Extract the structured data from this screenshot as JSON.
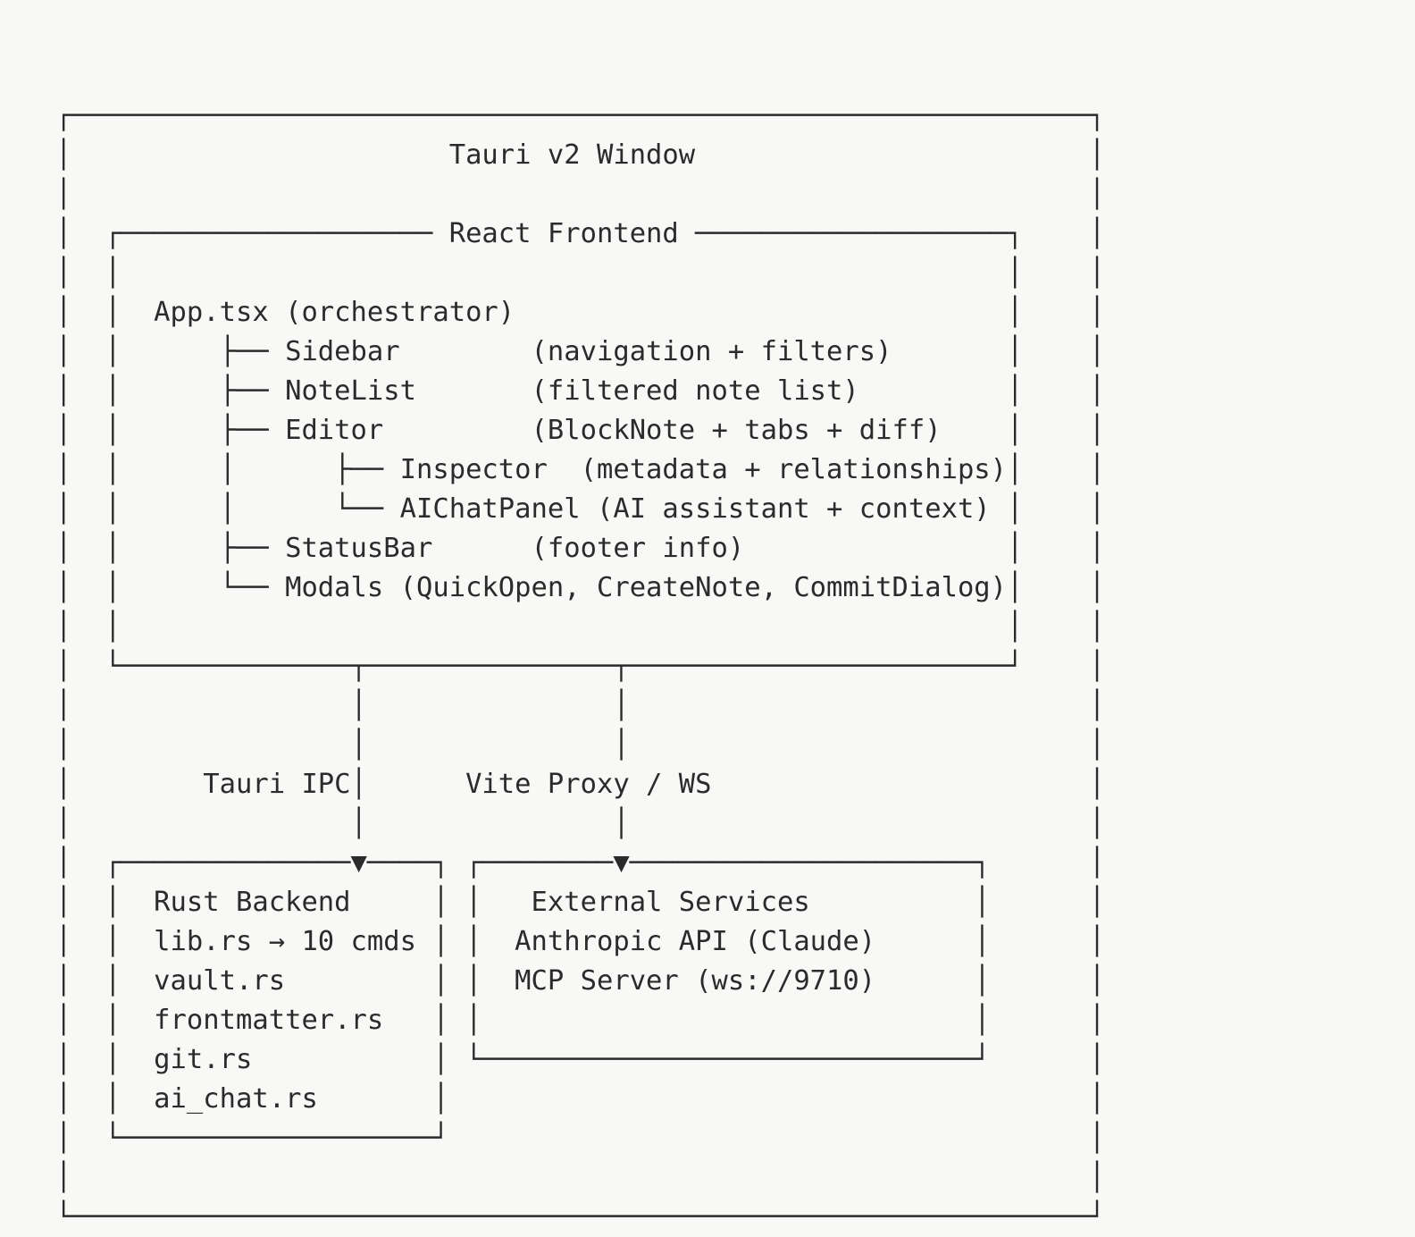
{
  "meta": {
    "kind": "ascii-architecture-diagram",
    "background_color": "#f8f8f6",
    "text_color": "#2b2b2b",
    "font_kind": "monospace"
  },
  "diagram": {
    "outer_box": {
      "title": "Tauri v2 Window"
    },
    "frontend_box": {
      "title": "React Frontend",
      "root_label": "App.tsx (orchestrator)",
      "tree": [
        {
          "branch": "├──",
          "name": "Sidebar",
          "note": "(navigation + filters)",
          "depth": 1
        },
        {
          "branch": "├──",
          "name": "NoteList",
          "note": "(filtered note list)",
          "depth": 1
        },
        {
          "branch": "├──",
          "name": "Editor",
          "note": "(BlockNote + tabs + diff)",
          "depth": 1
        },
        {
          "branch": "├──",
          "name": "Inspector",
          "note": "(metadata + relationships)",
          "depth": 2
        },
        {
          "branch": "└──",
          "name": "AIChatPanel",
          "note": "(AI assistant + context)",
          "depth": 2
        },
        {
          "branch": "├──",
          "name": "StatusBar",
          "note": "(footer info)",
          "depth": 1
        },
        {
          "branch": "└──",
          "name": "Modals (QuickOpen, CreateNote, CommitDialog)",
          "note": "",
          "depth": 1
        }
      ]
    },
    "connectors": [
      {
        "label": "Tauri IPC",
        "target": "rust-backend-box",
        "arrow": "▼"
      },
      {
        "label": "Vite Proxy / WS",
        "target": "external-services-box",
        "arrow": "▼"
      }
    ],
    "rust_backend_box": {
      "title": "Rust Backend",
      "items": [
        "lib.rs → 10 cmds",
        "vault.rs",
        "frontmatter.rs",
        "git.rs",
        "ai_chat.rs"
      ]
    },
    "external_services_box": {
      "title": "External Services",
      "items": [
        "Anthropic API (Claude)",
        "MCP Server (ws://9710)"
      ]
    }
  },
  "art": {
    "body": "┌──────────────────────────────────────────────────────────────┐\n│                       Tauri v2 Window                        │\n│                                                              │\n│  ┌─────────────────── React Frontend ───────────────────┐    │\n│  │                                                      │    │\n│  │  App.tsx (orchestrator)                              │    │\n│  │      ├── Sidebar        (navigation + filters)       │    │\n│  │      ├── NoteList       (filtered note list)         │    │\n│  │      ├── Editor         (BlockNote + tabs + diff)    │    │\n│  │      │      ├── Inspector  (metadata + relationships)│    │\n│  │      │      └── AIChatPanel (AI assistant + context) │    │\n│  │      ├── StatusBar      (footer info)                │    │\n│  │      └── Modals (QuickOpen, CreateNote, CommitDialog)│    │\n│  │                                                      │    │\n│  └──────────────┬───────────────┬───────────────────────┘    │\n│                 │               │                            │\n│                 │               │                            │\n│        Tauri IPC│      Vite Proxy / WS                       │\n│                 │               │                            │\n│  ┌──────────────▼────┐ ┌────────▼─────────────────────┐      │\n│  │  Rust Backend     │ │   External Services          │      │\n│  │  lib.rs → 10 cmds │ │  Anthropic API (Claude)      │      │\n│  │  vault.rs         │ │  MCP Server (ws://9710)      │      │\n│  │  frontmatter.rs   │ │                              │      │\n│  │  git.rs           │ └──────────────────────────────┘      │\n│  │  ai_chat.rs       │                                       │\n│  └───────────────────┘                                       │\n│                                                              │\n└──────────────────────────────────────────────────────────────┘"
  }
}
